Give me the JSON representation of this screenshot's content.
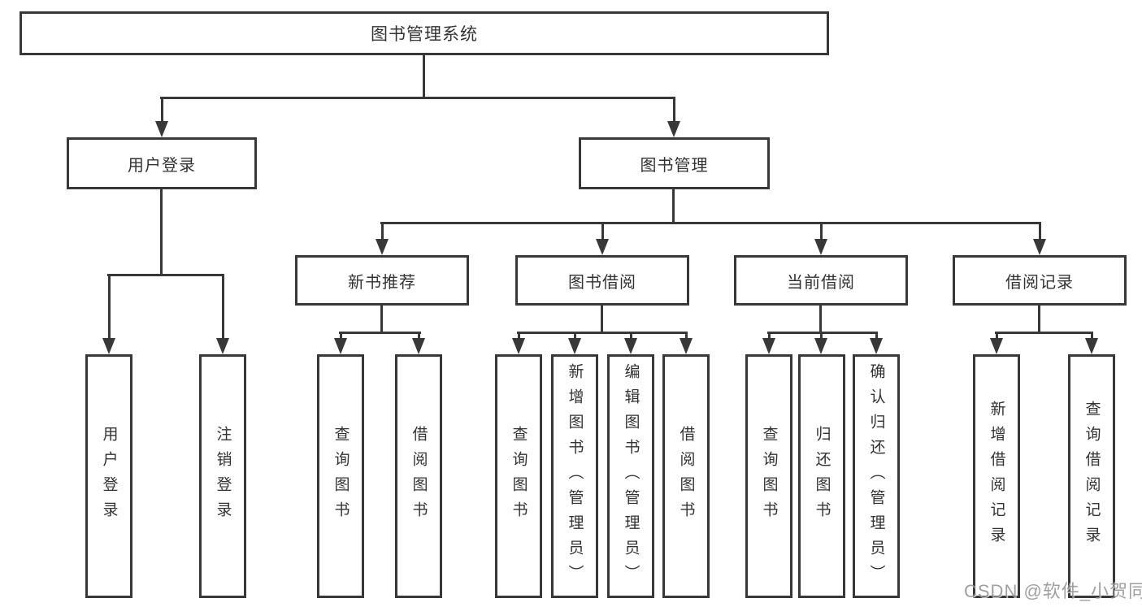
{
  "diagram": {
    "root": {
      "label": "图书管理系统"
    },
    "branches": [
      {
        "label": "用户登录",
        "children": [
          {
            "label": "用户登录"
          },
          {
            "label": "注销登录"
          }
        ]
      },
      {
        "label": "图书管理",
        "groups": [
          {
            "label": "新书推荐",
            "children": [
              {
                "label": "查询图书"
              },
              {
                "label": "借阅图书"
              }
            ]
          },
          {
            "label": "图书借阅",
            "children": [
              {
                "label": "查询图书"
              },
              {
                "label": "新增图书（管理员）"
              },
              {
                "label": "编辑图书（管理员）"
              },
              {
                "label": "借阅图书"
              }
            ]
          },
          {
            "label": "当前借阅",
            "children": [
              {
                "label": "查询图书"
              },
              {
                "label": "归还图书"
              },
              {
                "label": "确认归还（管理员）"
              }
            ]
          },
          {
            "label": "借阅记录",
            "children": [
              {
                "label": "新增借阅记录"
              },
              {
                "label": "查询借阅记录"
              }
            ]
          }
        ]
      }
    ]
  },
  "watermark": {
    "text": "CSDN @软件_小贺同学"
  },
  "colors": {
    "line": "#383838",
    "box_background": "#ffffff",
    "text": "#333333",
    "watermark": "#909090"
  }
}
